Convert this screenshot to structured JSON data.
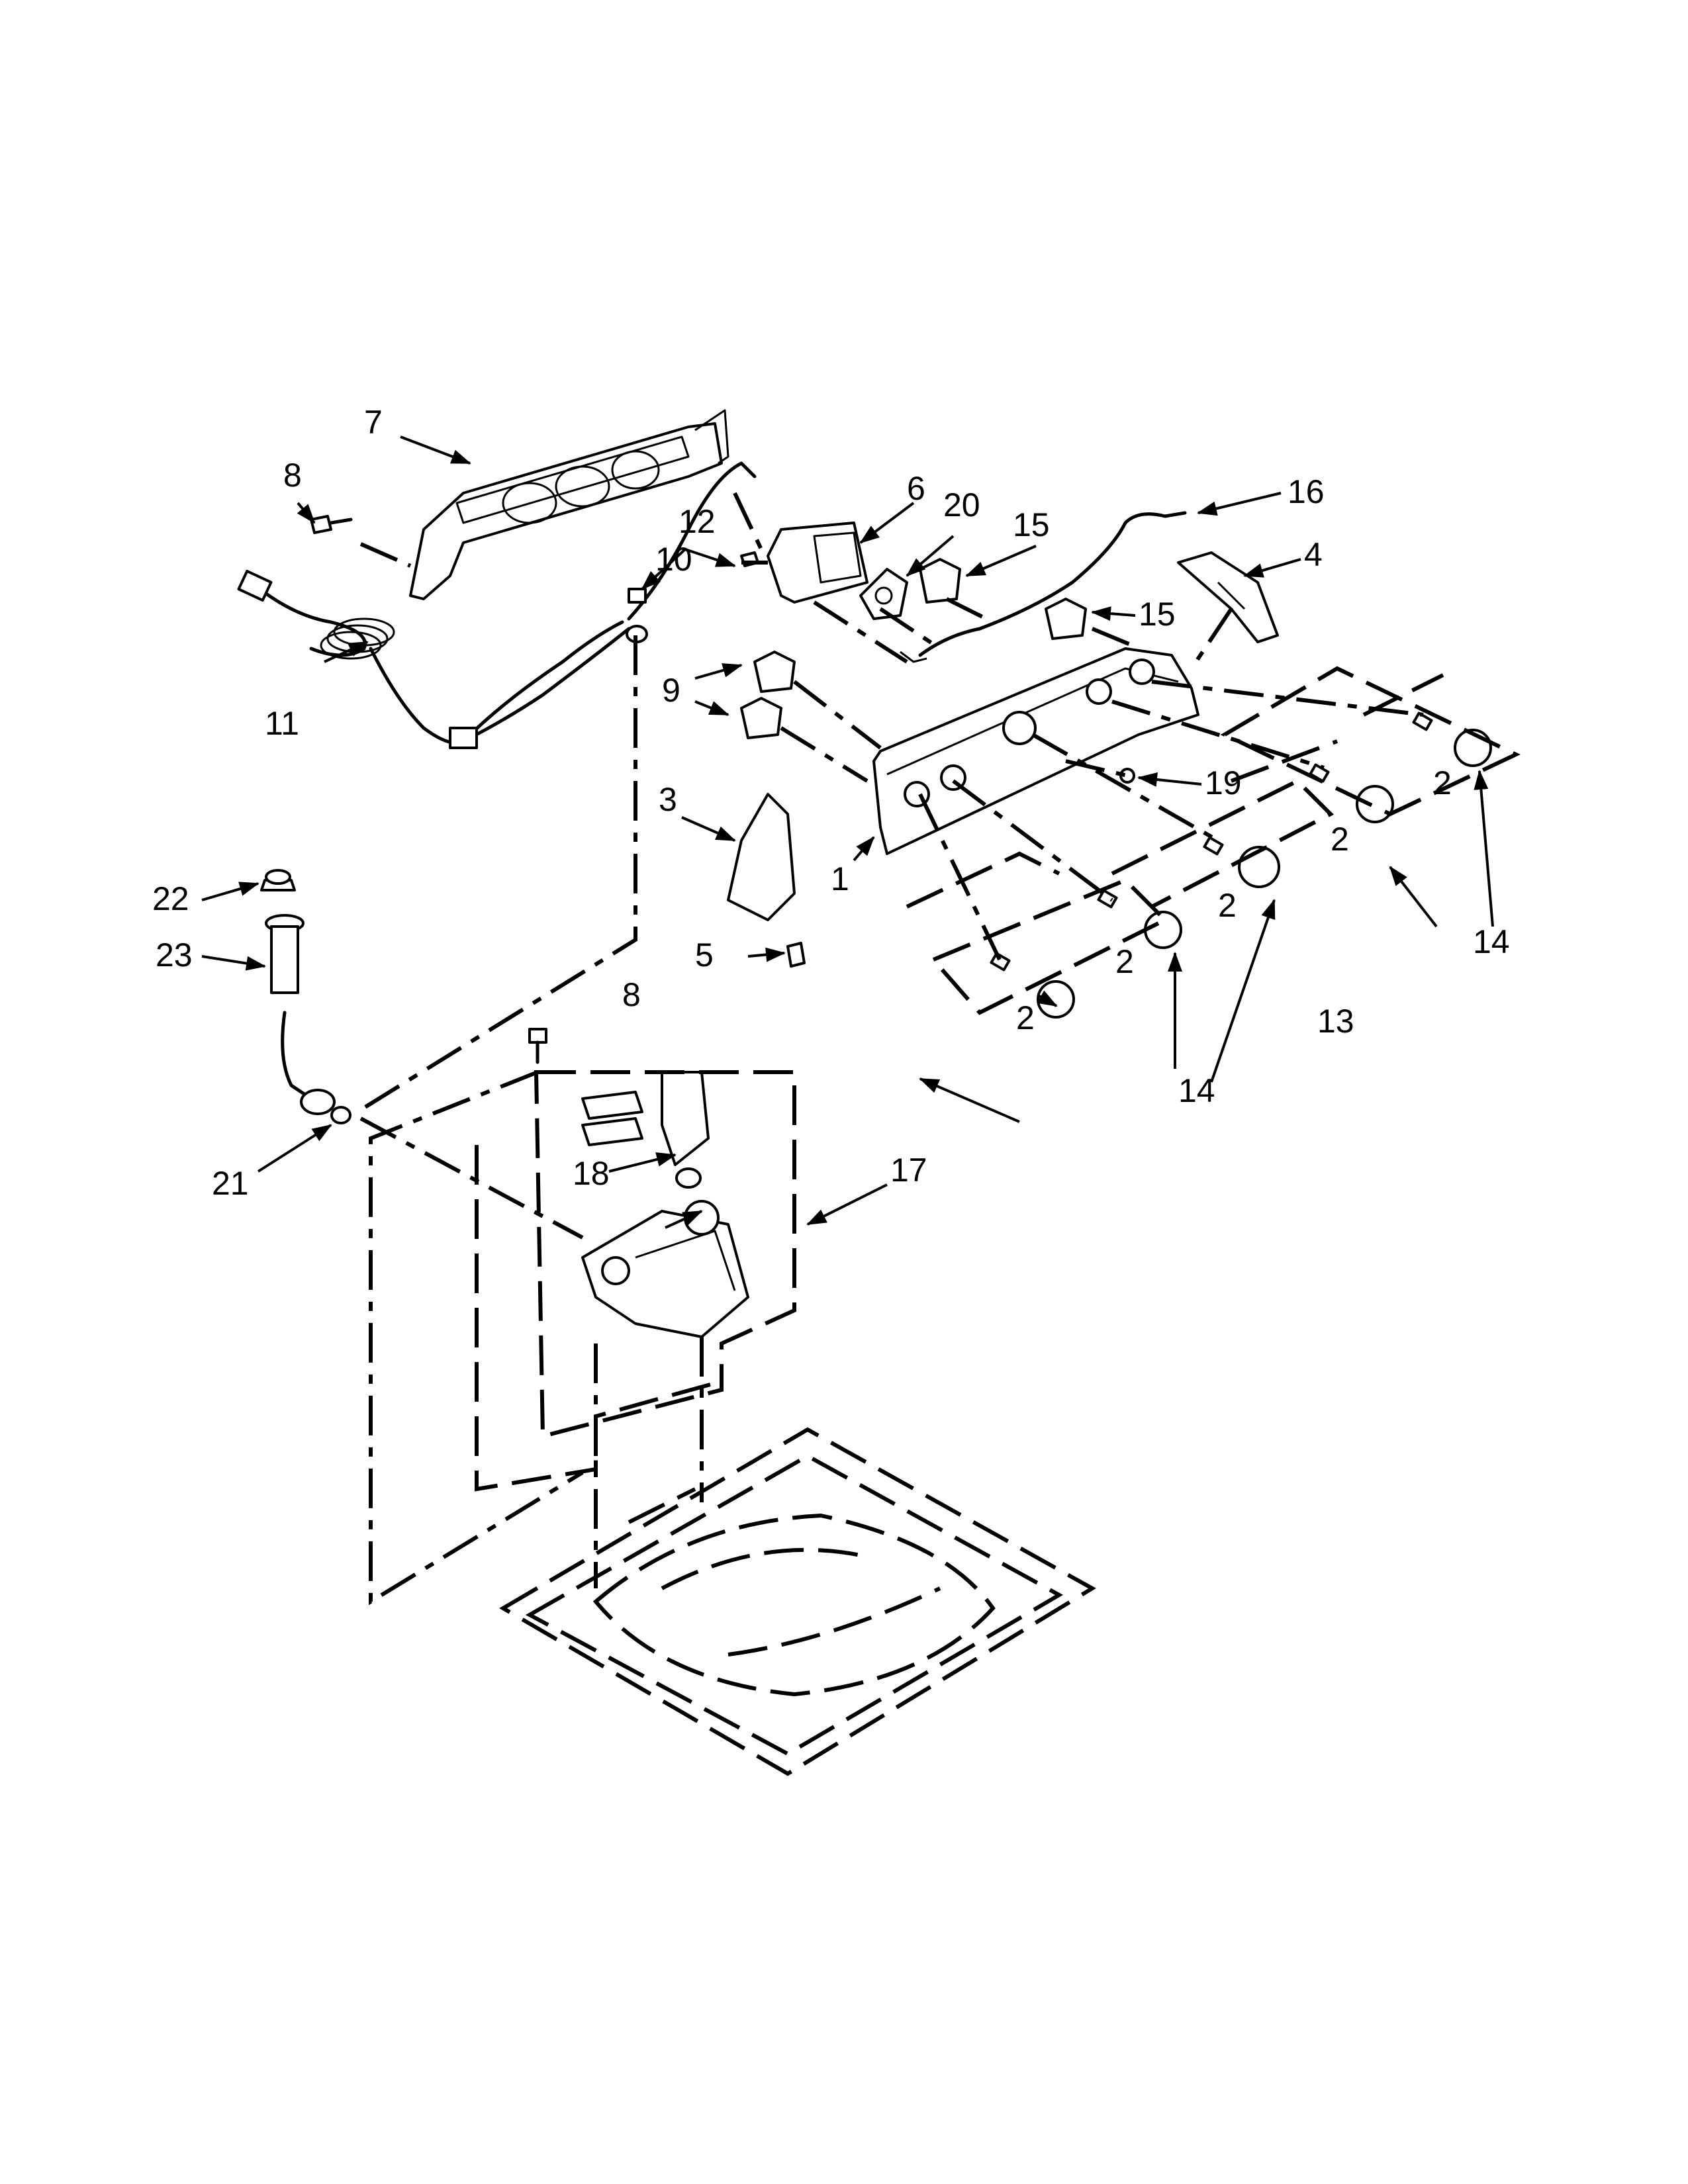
{
  "callouts": {
    "c1": "1",
    "c2a": "2",
    "c2b": "2",
    "c2c": "2",
    "c2d": "2",
    "c2e": "2",
    "c3": "3",
    "c4": "4",
    "c5": "5",
    "c6": "6",
    "c7": "7",
    "c8a": "8",
    "c8b": "8",
    "c9": "9",
    "c10": "10",
    "c11": "11",
    "c12": "12",
    "c13": "13",
    "c14a": "14",
    "c14b": "14",
    "c15a": "15",
    "c15b": "15",
    "c16": "16",
    "c17": "17",
    "c18": "18",
    "c19": "19",
    "c20": "20",
    "c21": "21",
    "c22": "22",
    "c23": "23"
  }
}
